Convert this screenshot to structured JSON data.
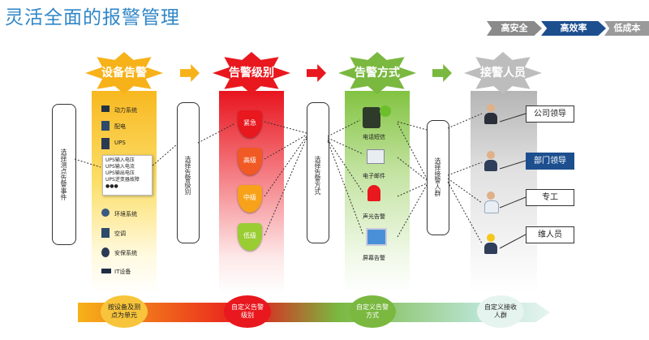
{
  "title": "灵活全面的报警管理",
  "tags": [
    "高安全",
    "高效率",
    "低成本"
  ],
  "columns": {
    "device": {
      "header": "设备告警",
      "selector": "选择测点告警事件",
      "rows": [
        "动力系统",
        "配电",
        "UPS",
        "环境系统",
        "空调",
        "安保系统",
        "IT设备"
      ],
      "popup": [
        "UPS输入电压",
        "UPS输入电流",
        "UPS输出电压",
        "UPS逆变器故障",
        "●●●"
      ]
    },
    "level": {
      "header": "告警级别",
      "selector": "选择告警级别",
      "levels": [
        "紧急",
        "高级",
        "中级",
        "低级"
      ]
    },
    "method": {
      "header": "告警方式",
      "selector": "选择告警方式",
      "methods": [
        "电话短信",
        "电子邮件",
        "声光告警",
        "屏幕告警"
      ]
    },
    "people": {
      "header": "接警人员",
      "selector": "选择接警人群",
      "roles": [
        "公司领导",
        "部门领导",
        "专工",
        "维人员"
      ]
    }
  },
  "bottom_steps": [
    "按设备及测点为单元",
    "自定义告警级别",
    "自定义告警方式",
    "自定义接收人群"
  ],
  "colors": {
    "title": "#2f86c8",
    "device": "#f7b21a",
    "level": "#e8181e",
    "method": "#7ab840",
    "people": "#b5b5b5",
    "accent_tag": "#1d4f8f"
  }
}
